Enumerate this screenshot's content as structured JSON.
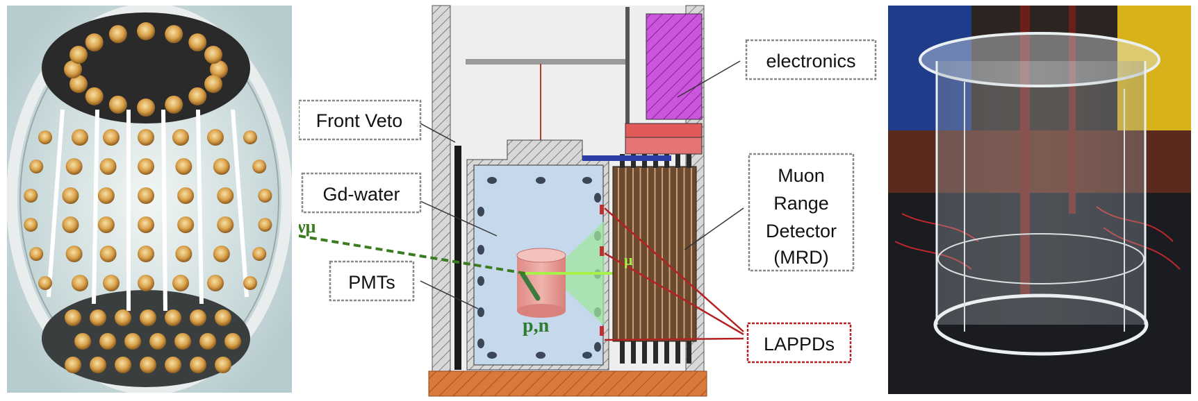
{
  "figure": {
    "left_photo": {
      "subject": "PMT array inside detector tank (fisheye view)"
    },
    "right_photo": {
      "subject": "Acrylic cylindrical vessel"
    },
    "diagram": {
      "labels": {
        "front_veto": "Front Veto",
        "gd_water": "Gd-water",
        "pmts": "PMTs",
        "electronics": "electronics",
        "mrd_line1": "Muon",
        "mrd_line2": "Range",
        "mrd_line3": "Detector",
        "mrd_line4": "(MRD)",
        "lappds": "LAPPDs",
        "nu_mu": "νμ",
        "mu": "μ",
        "pn": "p,n"
      },
      "colors": {
        "water": "#c5d8ec",
        "wall_hatch": "#8a8a8a",
        "floor": "#d97a3a",
        "electronics_box": "#c84fd6",
        "rack": "#e05a5a",
        "mrd": "#6b4a2f",
        "neutrino": "#3b7d1e",
        "muon": "#a8f04a",
        "lappd_label": "#b22222",
        "cylinder": "#e79a95",
        "cone": "#9fe6a0"
      }
    }
  }
}
